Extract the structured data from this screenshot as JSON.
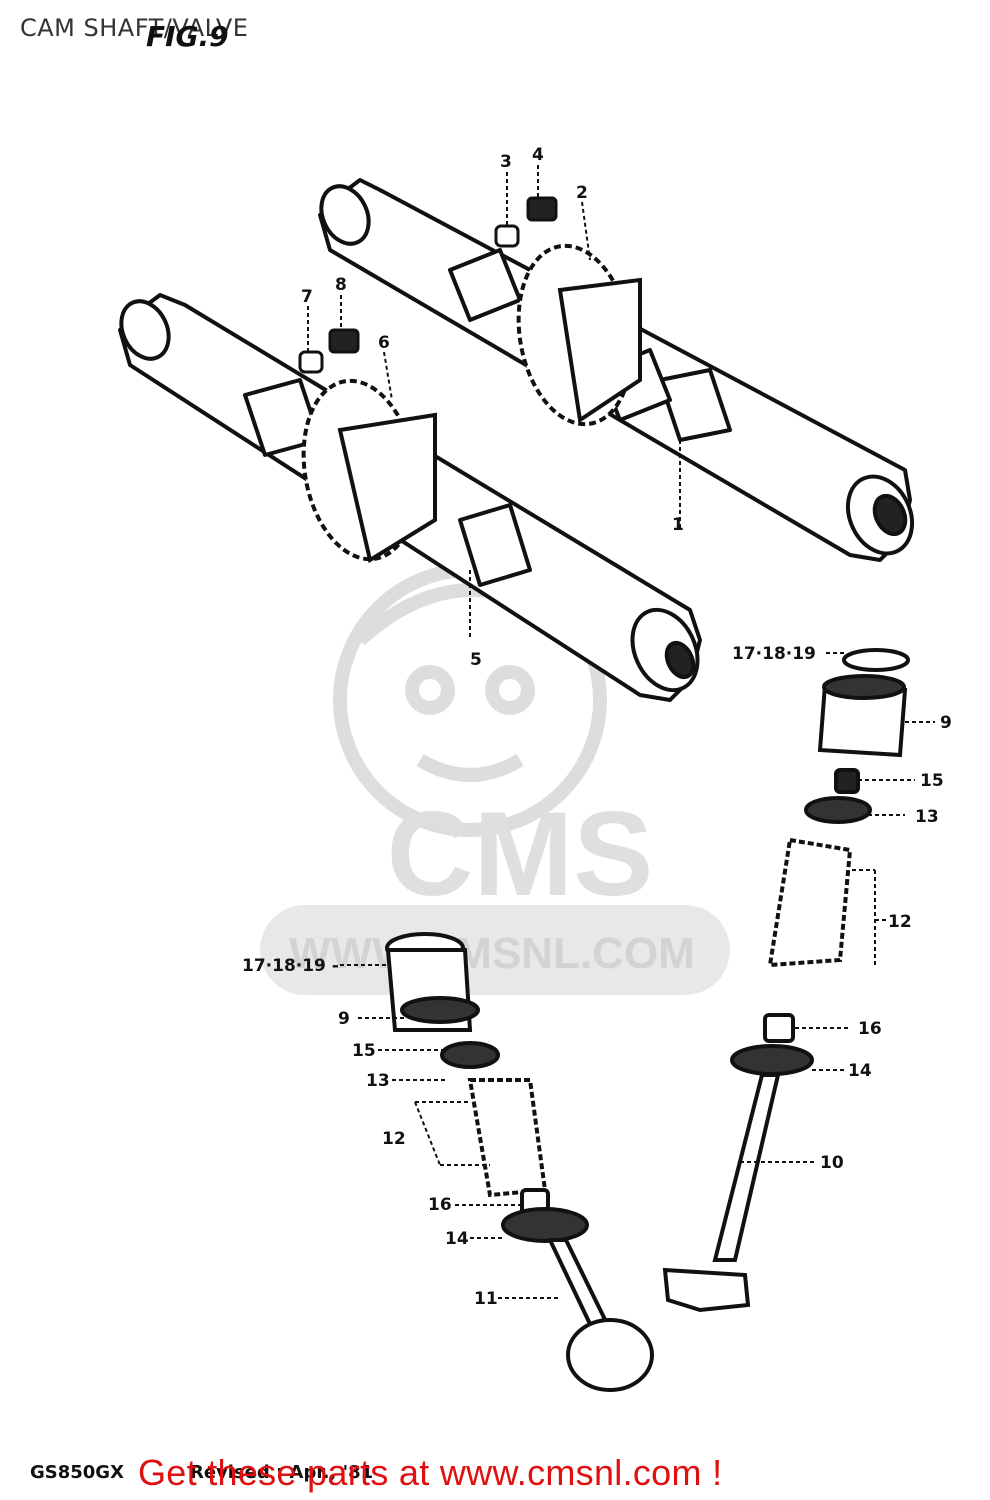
{
  "header": {
    "title": "CAM SHAFT/VALVE",
    "figure": "FIG.9"
  },
  "watermark": {
    "brand": "CMS",
    "url": "WWW.CMSNL.COM"
  },
  "callouts": {
    "c1": "1",
    "c2": "2",
    "c3": "3",
    "c4": "4",
    "c5": "5",
    "c6": "6",
    "c7": "7",
    "c8": "8",
    "c9a": "9",
    "c9b": "9",
    "c10": "10",
    "c11": "11",
    "c12a": "12",
    "c12b": "12",
    "c13a": "13",
    "c13b": "13",
    "c14a": "14",
    "c14b": "14",
    "c15a": "15",
    "c15b": "15",
    "c16a": "16",
    "c16b": "16",
    "c171819a": "17·18·19",
    "c171819b": "17·18·19 -"
  },
  "footer": {
    "model": "GS850GX",
    "revision": "Revised : Apr., '81",
    "link": "Get these parts at www.cmsnl.com !"
  },
  "colors": {
    "ink": "#111111",
    "watermark": "#d9d9d9",
    "link": "#e01010"
  }
}
